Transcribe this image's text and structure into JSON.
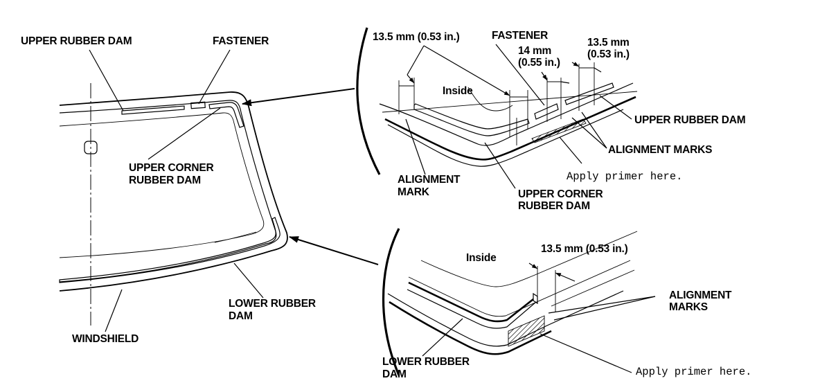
{
  "labels": {
    "upper_rubber_dam": "UPPER RUBBER DAM",
    "fastener": "FASTENER",
    "upper_corner_rubber_dam_1": "UPPER CORNER",
    "upper_corner_rubber_dam_2": "RUBBER DAM",
    "lower_rubber_dam_1": "LOWER RUBBER",
    "lower_rubber_dam_2": "DAM",
    "windshield": "WINDSHIELD"
  },
  "upper_detail": {
    "dim_left": "13.5 mm (0.53 in.)",
    "fastener": "FASTENER",
    "dim_mid_1": "14 mm",
    "dim_mid_2": "(0.55 in.)",
    "dim_right_1": "13.5 mm",
    "dim_right_2": "(0.53 in.)",
    "inside": "Inside",
    "upper_rubber_dam": "UPPER RUBBER DAM",
    "alignment_marks": "ALIGNMENT MARKS",
    "apply_primer": "Apply primer here.",
    "alignment_mark_1": "ALIGNMENT",
    "alignment_mark_2": "MARK",
    "upper_corner_1": "UPPER CORNER",
    "upper_corner_2": "RUBBER DAM"
  },
  "lower_detail": {
    "inside": "Inside",
    "dim": "13.5 mm (0.53 in.)",
    "alignment_marks_1": "ALIGNMENT",
    "alignment_marks_2": "MARKS",
    "lower_rubber_dam_1": "LOWER RUBBER",
    "lower_rubber_dam_2": "DAM",
    "apply_primer": "Apply primer here."
  }
}
